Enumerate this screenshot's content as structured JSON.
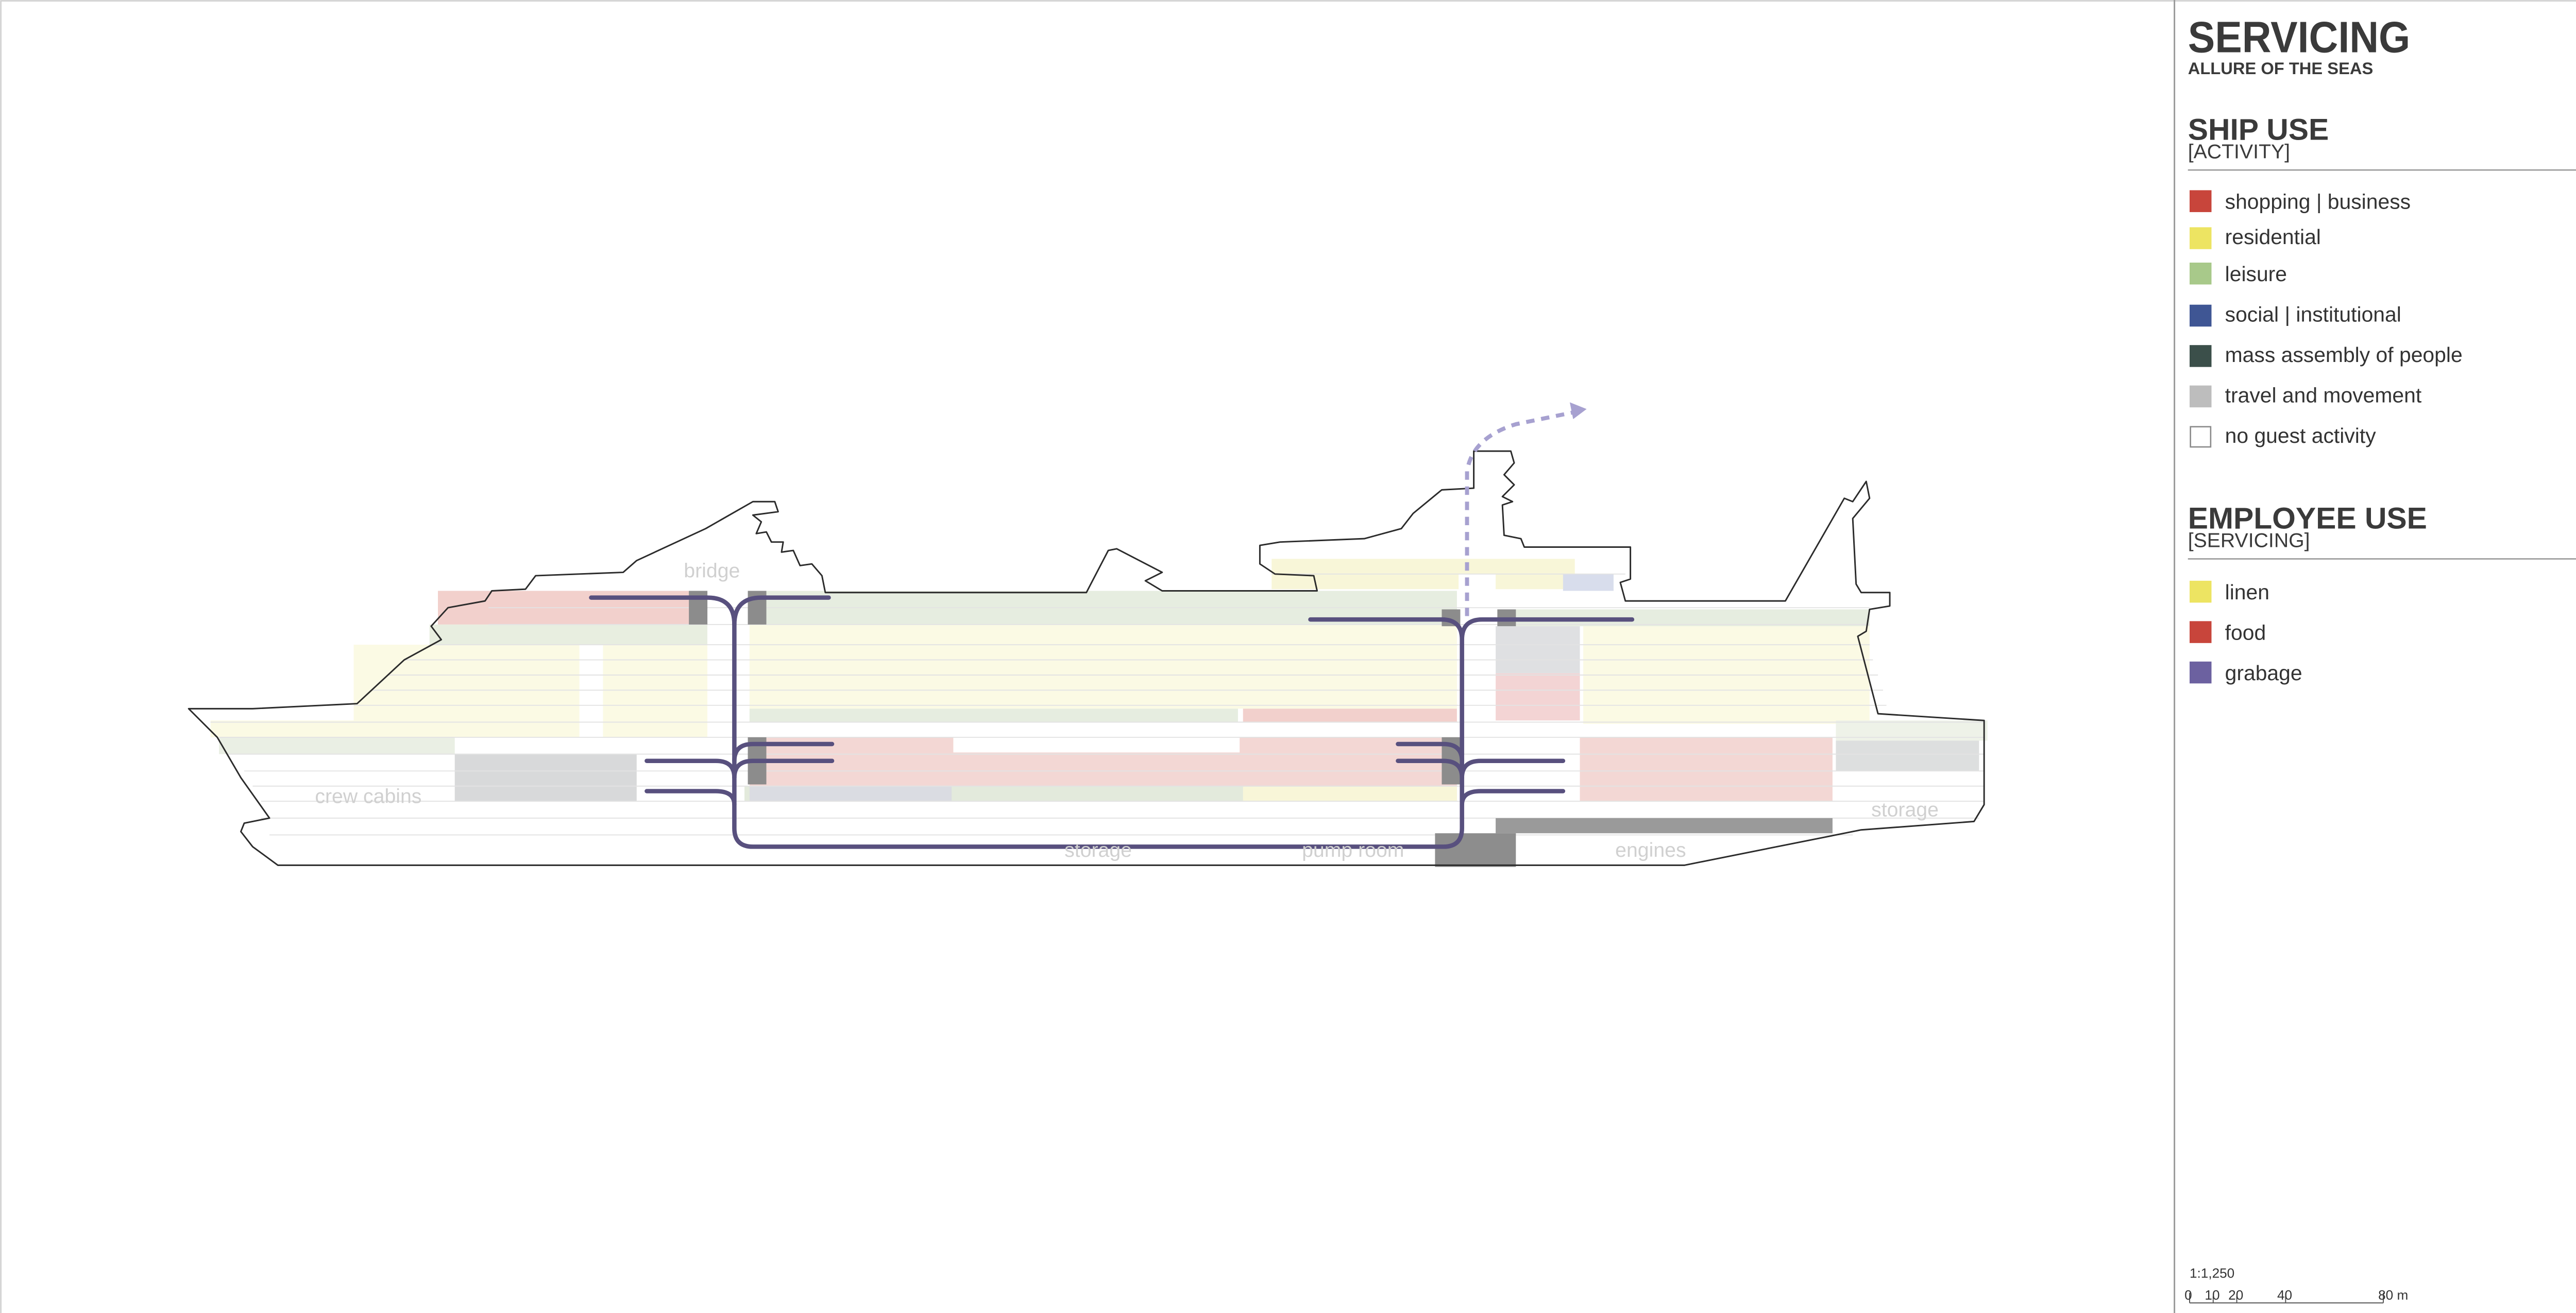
{
  "sheet": {
    "title": "SERVICING",
    "subtitle": "ALLURE OF THE SEAS",
    "scale_ratio": "1:1,250",
    "scale_ticks": [
      "0",
      "10",
      "20",
      "40",
      "80 m"
    ]
  },
  "ship_use": {
    "heading": "SHIP USE",
    "subheading": "[ACTIVITY]",
    "items": [
      {
        "label": "shopping | business",
        "color": "#c8453b"
      },
      {
        "label": "residential",
        "color": "#ede462"
      },
      {
        "label": "leisure",
        "color": "#a8c98a"
      },
      {
        "label": "social | institutional",
        "color": "#3f5694"
      },
      {
        "label": "mass assembly of people",
        "color": "#3b4f4a"
      },
      {
        "label": "travel and movement",
        "color": "#bdbdbd"
      },
      {
        "label": "no guest activity",
        "color": "#ffffff"
      }
    ]
  },
  "employee_use": {
    "heading": "EMPLOYEE USE",
    "subheading": "[SERVICING]",
    "items": [
      {
        "label": "linen",
        "color": "#ede462"
      },
      {
        "label": "food",
        "color": "#c8453b"
      },
      {
        "label": "grabage",
        "color": "#6c61a0"
      }
    ]
  },
  "ship_labels": {
    "bridge": "bridge",
    "crew_cabins": "crew cabins",
    "storage_mid": "storage",
    "pump_room": "pump room",
    "engines": "engines",
    "storage_aft": "storage"
  },
  "colors": {
    "service_route": "#58507e",
    "service_core": "#8c8c8c",
    "exhaust_arrow": "#a7a1d0",
    "outline": "#2b2b2b"
  }
}
